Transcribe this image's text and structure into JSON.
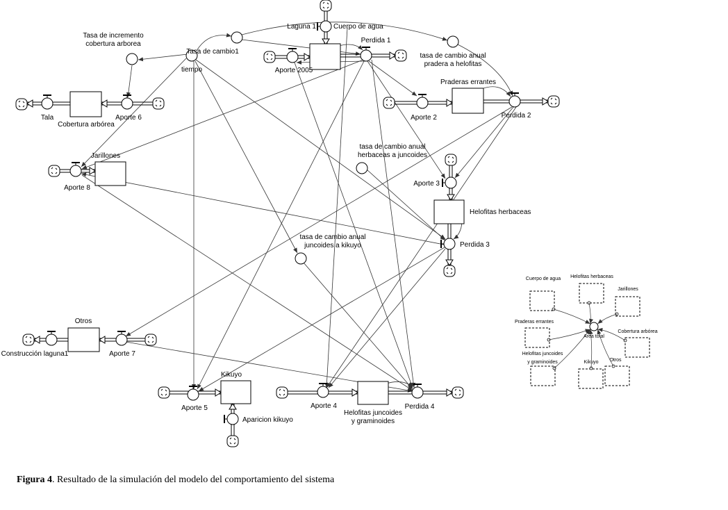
{
  "figure": {
    "caption_bold": "Figura 4",
    "caption_text": ". Resultado de la simulación del modelo del comportamiento del sistema"
  },
  "stocks": [
    {
      "id": "cuerpo",
      "label": "Cuerpo de agua"
    },
    {
      "id": "praderas",
      "label": "Praderas errantes"
    },
    {
      "id": "cobertura",
      "label": "Cobertura arbórea"
    },
    {
      "id": "jarillones",
      "label": "Jarillones"
    },
    {
      "id": "herbaceas",
      "label": "Helofitas herbaceas"
    },
    {
      "id": "otros",
      "label": "Otros"
    },
    {
      "id": "kikuyo",
      "label": "Kikuyo"
    },
    {
      "id": "juncoides",
      "label": [
        "Helofitas juncoides",
        "y graminoides"
      ]
    }
  ],
  "flows": [
    {
      "id": "laguna1",
      "label": "Laguna 1"
    },
    {
      "id": "aporte2005",
      "label": "Aporte 2005"
    },
    {
      "id": "perdida1",
      "label": "Perdida 1"
    },
    {
      "id": "aporte2",
      "label": "Aporte 2"
    },
    {
      "id": "perdida2",
      "label": "Perdida 2"
    },
    {
      "id": "tala",
      "label": "Tala"
    },
    {
      "id": "aporte6",
      "label": "Aporte 6"
    },
    {
      "id": "aporte8",
      "label": "Aporte 8"
    },
    {
      "id": "aporte3",
      "label": "Aporte 3"
    },
    {
      "id": "perdida3",
      "label": "Perdida 3"
    },
    {
      "id": "construccion",
      "label": "Construcción laguna1"
    },
    {
      "id": "aporte7",
      "label": "Aporte 7"
    },
    {
      "id": "aporte5",
      "label": "Aporte 5"
    },
    {
      "id": "aparicion",
      "label": "Aparicion kikuyo"
    },
    {
      "id": "aporte4",
      "label": "Aporte 4"
    },
    {
      "id": "perdida4",
      "label": "Perdida 4"
    }
  ],
  "converters": [
    {
      "id": "tiempo",
      "label": "tiempo"
    },
    {
      "id": "tasa_inc",
      "label": [
        "Tasa de incremento",
        "cobertura arborea"
      ]
    },
    {
      "id": "tasa1",
      "label": "Tasa de cambio1"
    },
    {
      "id": "tasa_pradera",
      "label": [
        "tasa de cambio anual",
        "pradera a helofitas"
      ]
    },
    {
      "id": "tasa_herb",
      "label": [
        "tasa de cambio anual",
        "herbaceas a juncoides"
      ]
    },
    {
      "id": "tasa_junc",
      "label": [
        "tasa de cambio anual",
        "juncoides a kikuyo"
      ]
    }
  ],
  "summary_panel": {
    "center_label": "Area total",
    "ghosts": [
      "Cuerpo de agua",
      "Helofitas herbaceas",
      "Jarillones",
      "Praderas errantes",
      "Cobertura arbórea",
      "Helofitas juncoides y graminoides",
      "Kikuyo",
      "Otros"
    ]
  }
}
